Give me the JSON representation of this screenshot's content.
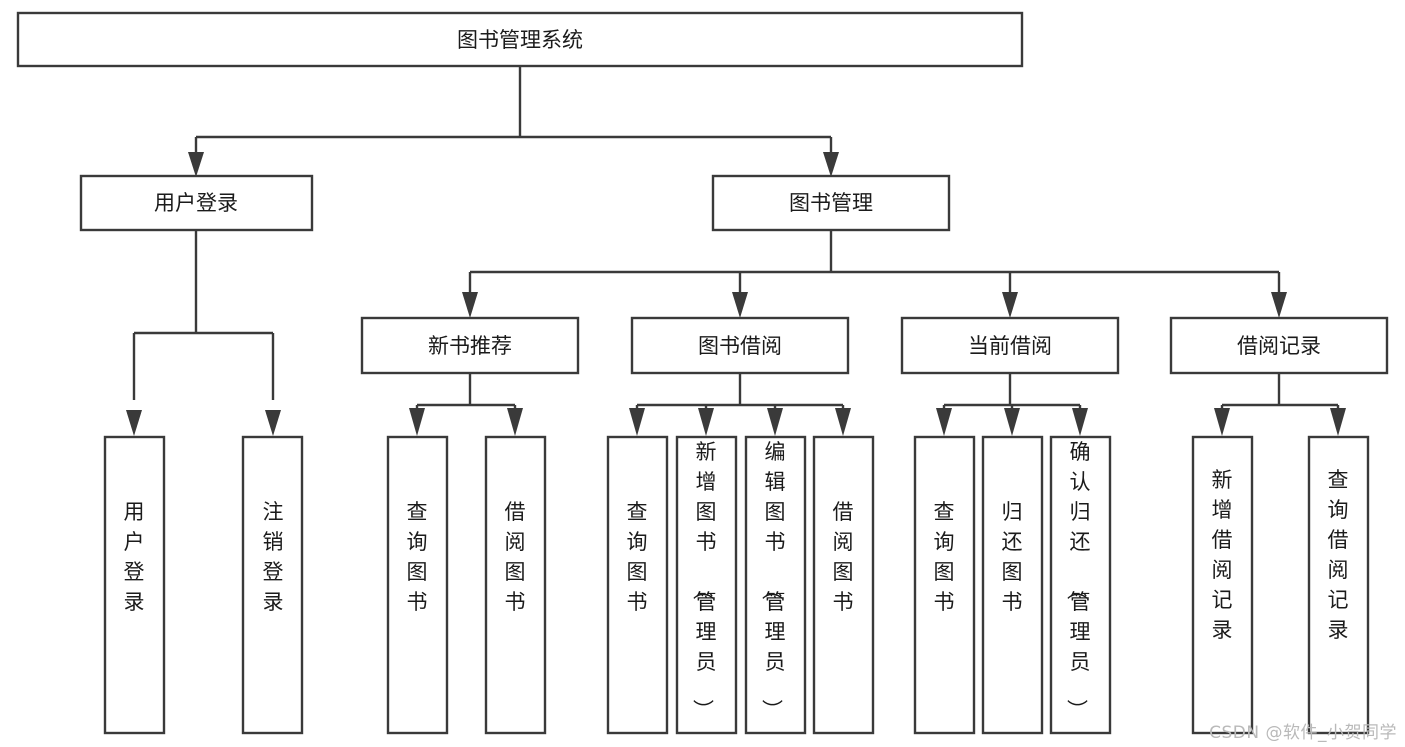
{
  "diagram": {
    "type": "tree",
    "title": "图书管理系统",
    "orientation": "top-down",
    "background_color": "#ffffff",
    "box_stroke_color": "#3a3a3a",
    "text_color": "#1b1b1b",
    "connector_style": "orthogonal-with-arrowheads",
    "levels": 4,
    "nodes": {
      "root": {
        "label": "图书管理系统",
        "level": 0,
        "text_orientation": "horizontal"
      },
      "l1": [
        {
          "id": "user-login",
          "label": "用户登录",
          "level": 1,
          "text_orientation": "horizontal"
        },
        {
          "id": "book-manage",
          "label": "图书管理",
          "level": 1,
          "text_orientation": "horizontal"
        }
      ],
      "l2": [
        {
          "id": "new-book-rec",
          "label": "新书推荐",
          "level": 2,
          "parent": "book-manage",
          "text_orientation": "horizontal"
        },
        {
          "id": "book-borrow",
          "label": "图书借阅",
          "level": 2,
          "parent": "book-manage",
          "text_orientation": "horizontal"
        },
        {
          "id": "current-borrow",
          "label": "当前借阅",
          "level": 2,
          "parent": "book-manage",
          "text_orientation": "horizontal"
        },
        {
          "id": "borrow-record",
          "label": "借阅记录",
          "level": 2,
          "parent": "book-manage",
          "text_orientation": "horizontal"
        }
      ],
      "leaves": [
        {
          "id": "leaf-user-login",
          "label": "用户登录",
          "parent": "user-login",
          "text_orientation": "vertical"
        },
        {
          "id": "leaf-logout",
          "label": "注销登录",
          "parent": "user-login",
          "text_orientation": "vertical"
        },
        {
          "id": "leaf-query-book-1",
          "label": "查询图书",
          "parent": "new-book-rec",
          "text_orientation": "vertical"
        },
        {
          "id": "leaf-borrow-book-1",
          "label": "借阅图书",
          "parent": "new-book-rec",
          "text_orientation": "vertical"
        },
        {
          "id": "leaf-query-book-2",
          "label": "查询图书",
          "parent": "book-borrow",
          "text_orientation": "vertical"
        },
        {
          "id": "leaf-add-book",
          "label": "新增图书（管理员）",
          "parent": "book-borrow",
          "text_orientation": "vertical"
        },
        {
          "id": "leaf-edit-book",
          "label": "编辑图书（管理员）",
          "parent": "book-borrow",
          "text_orientation": "vertical"
        },
        {
          "id": "leaf-borrow-book-2",
          "label": "借阅图书",
          "parent": "book-borrow",
          "text_orientation": "vertical"
        },
        {
          "id": "leaf-query-book-3",
          "label": "查询图书",
          "parent": "current-borrow",
          "text_orientation": "vertical"
        },
        {
          "id": "leaf-return-book",
          "label": "归还图书",
          "parent": "current-borrow",
          "text_orientation": "vertical"
        },
        {
          "id": "leaf-confirm-return",
          "label": "确认归还（管理员）",
          "parent": "current-borrow",
          "text_orientation": "vertical"
        },
        {
          "id": "leaf-add-record",
          "label": "新增借阅记录",
          "parent": "borrow-record",
          "text_orientation": "vertical"
        },
        {
          "id": "leaf-query-record",
          "label": "查询借阅记录",
          "parent": "borrow-record",
          "text_orientation": "vertical"
        }
      ]
    }
  },
  "watermark": {
    "text": "CSDN @软件_小贺同学"
  }
}
